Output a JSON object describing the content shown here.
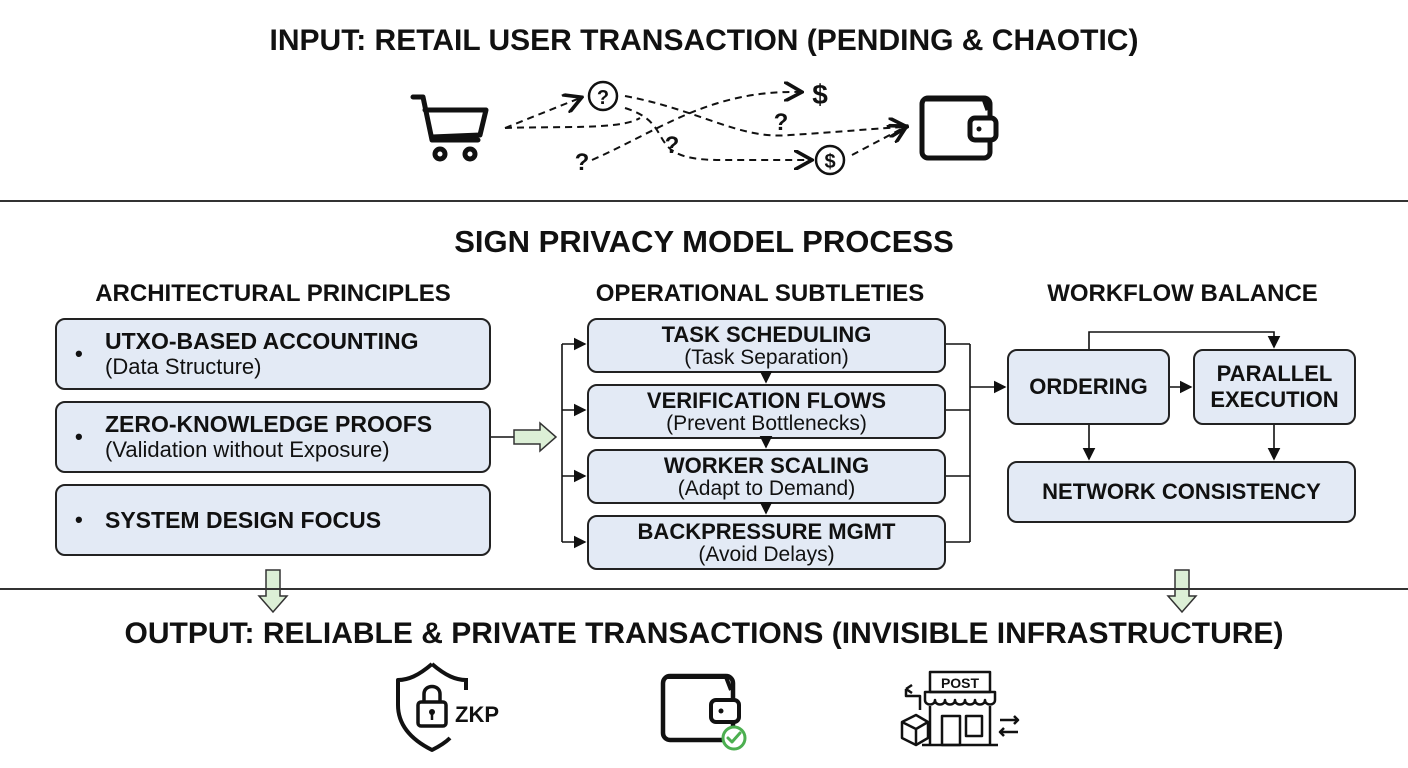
{
  "input": {
    "title": "INPUT: RETAIL USER TRANSACTION (PENDING & CHAOTIC)",
    "icons": [
      "shopping-cart-icon",
      "question-circle-icon",
      "dollar-icon",
      "question-mark-icon",
      "dollar-circle-icon",
      "wallet-icon"
    ],
    "question_glyph": "?",
    "dollar_glyph": "$"
  },
  "process": {
    "title": "SIGN PRIVACY MODEL PROCESS",
    "architectural": {
      "title": "ARCHITECTURAL PRINCIPLES",
      "bullet": "•",
      "items": [
        {
          "label": "UTXO-BASED ACCOUNTING",
          "sub": "(Data Structure)"
        },
        {
          "label": "ZERO-KNOWLEDGE PROOFS",
          "sub": "(Validation without Exposure)"
        },
        {
          "label": "SYSTEM DESIGN FOCUS",
          "sub": ""
        }
      ]
    },
    "operational": {
      "title": "OPERATIONAL SUBTLETIES",
      "items": [
        {
          "label": "TASK SCHEDULING",
          "sub": "(Task Separation)"
        },
        {
          "label": "VERIFICATION FLOWS",
          "sub": "(Prevent Bottlenecks)"
        },
        {
          "label": "WORKER SCALING",
          "sub": "(Adapt to Demand)"
        },
        {
          "label": "BACKPRESSURE MGMT",
          "sub": "(Avoid Delays)"
        }
      ]
    },
    "workflow": {
      "title": "WORKFLOW BALANCE",
      "ordering": "ORDERING",
      "parallel_line1": "PARALLEL",
      "parallel_line2": "EXECUTION",
      "network": "NETWORK CONSISTENCY"
    }
  },
  "output": {
    "title": "OUTPUT: RELIABLE & PRIVATE TRANSACTIONS (INVISIBLE INFRASTRUCTURE)",
    "zkp_label": "ZKP",
    "post_label": "POST",
    "icons": [
      "shield-lock-zkp-icon",
      "wallet-check-icon",
      "post-office-store-icon"
    ]
  },
  "colors": {
    "box_fill": "#e3eaf5",
    "arrow_fill": "#dcefd6",
    "check_green": "#4caf50",
    "stroke": "#111111"
  }
}
